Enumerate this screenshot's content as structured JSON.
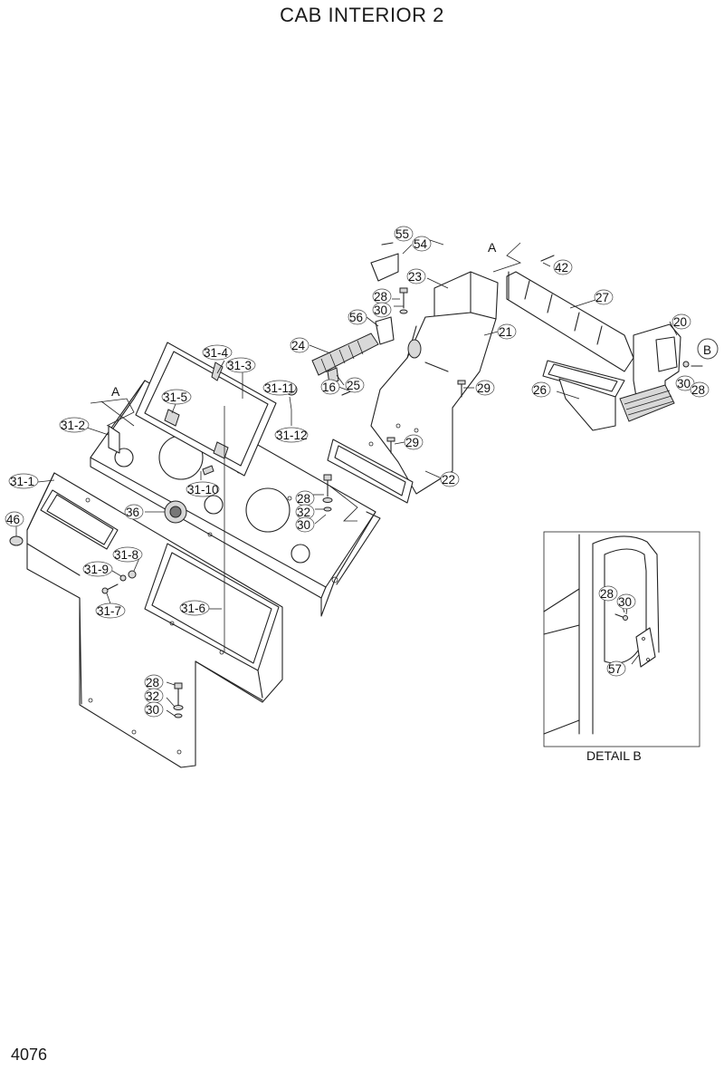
{
  "title": "CAB INTERIOR 2",
  "page_number": "4076",
  "detail_label": "DETAIL  B",
  "view_refs": {
    "a_left": "A",
    "a_right": "A",
    "b": "B"
  },
  "callouts": {
    "c55": "55",
    "c54": "54",
    "c42": "42",
    "c23": "23",
    "c28a": "28",
    "c30a": "30",
    "c27": "27",
    "c56": "56",
    "c21": "21",
    "c20": "20",
    "c24": "24",
    "c31_4": "31-4",
    "c31_3": "31-3",
    "c25": "25",
    "c30b": "30",
    "c28b": "28",
    "c16": "16",
    "c29a": "29",
    "c31_11": "31-11",
    "c31_5": "31-5",
    "c26": "26",
    "c31_2": "31-2",
    "c31_12": "31-12",
    "c29b": "29",
    "c22": "22",
    "c31_1": "31-1",
    "c31_10": "31-10",
    "c28c": "28",
    "c36": "36",
    "c32a": "32",
    "c30c": "30",
    "c46": "46",
    "c31_8": "31-8",
    "c31_9": "31-9",
    "c31_7": "31-7",
    "c31_6": "31-6",
    "c28d": "28",
    "c32b": "32",
    "c30d": "30",
    "c28e": "28",
    "c30e": "30",
    "c57": "57"
  }
}
